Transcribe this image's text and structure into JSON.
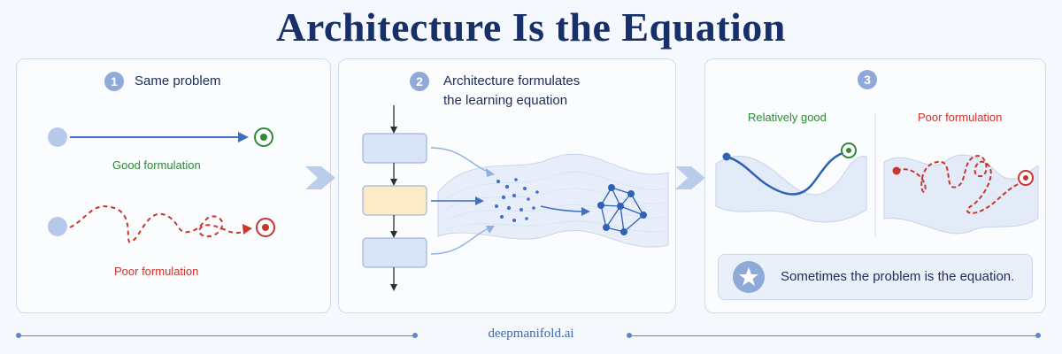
{
  "title": "Architecture Is the Equation",
  "panels": [
    {
      "number": "1",
      "heading": "Same problem",
      "good_label": "Good formulation",
      "poor_label": "Poor formulation"
    },
    {
      "number": "2",
      "heading_line1": "Architecture formulates",
      "heading_line2": "the learning equation"
    },
    {
      "number": "3",
      "good_label": "Relatively good",
      "poor_label": "Poor formulation",
      "note": "Sometimes the problem is the equation."
    }
  ],
  "footer": "deepmanifold.ai",
  "colors": {
    "title": "#17306a",
    "accent_blue": "#3f6fc4",
    "good_green": "#2f8a37",
    "poor_red": "#c9362c",
    "highlight_box": "#fcebc6"
  },
  "icons": [
    "target-icon",
    "arrow-right-icon",
    "star-badge-icon",
    "network-graph-icon"
  ]
}
